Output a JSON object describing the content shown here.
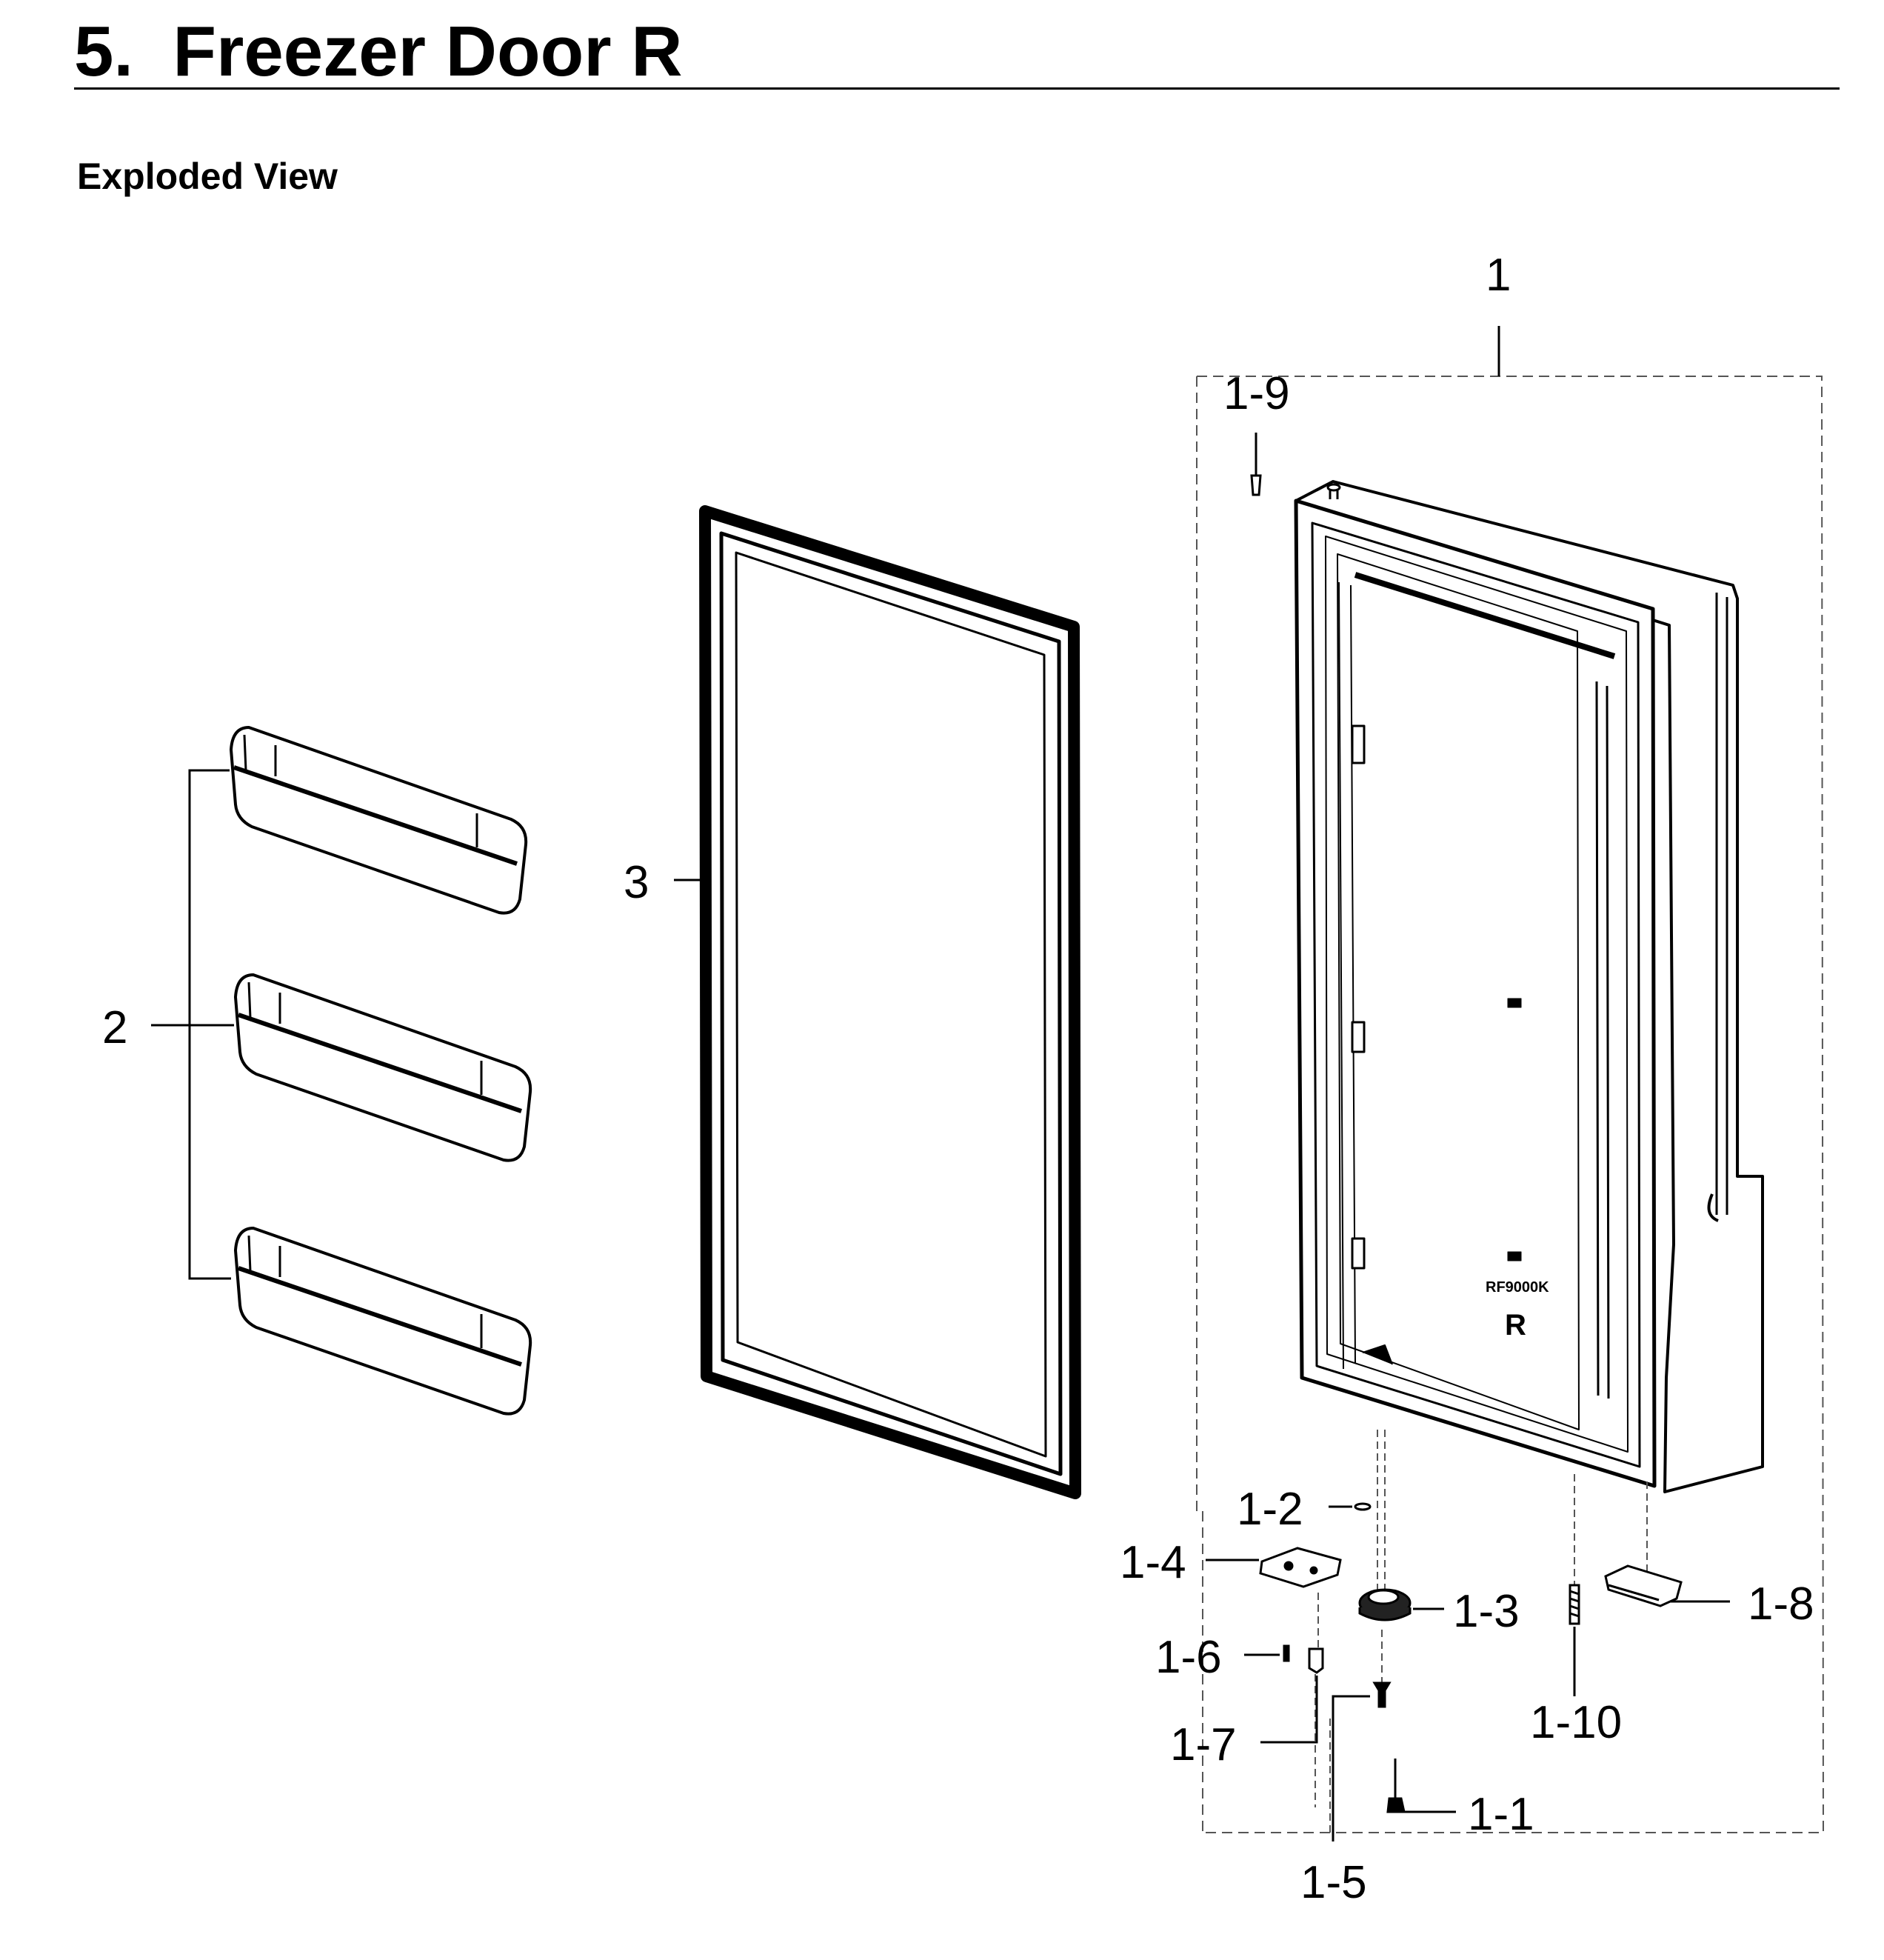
{
  "page": {
    "title": "5.  Freezer Door R",
    "section": "Exploded View"
  },
  "door_stamp": {
    "model": "RF9000K",
    "side": "R"
  },
  "callouts": {
    "door_assembly": "1",
    "part_1_1": "1-1",
    "part_1_2": "1-2",
    "part_1_3": "1-3",
    "part_1_4": "1-4",
    "part_1_5": "1-5",
    "part_1_6": "1-6",
    "part_1_7": "1-7",
    "part_1_8": "1-8",
    "part_1_9": "1-9",
    "part_1_10": "1-10",
    "door_guards": "2",
    "gasket": "3"
  }
}
